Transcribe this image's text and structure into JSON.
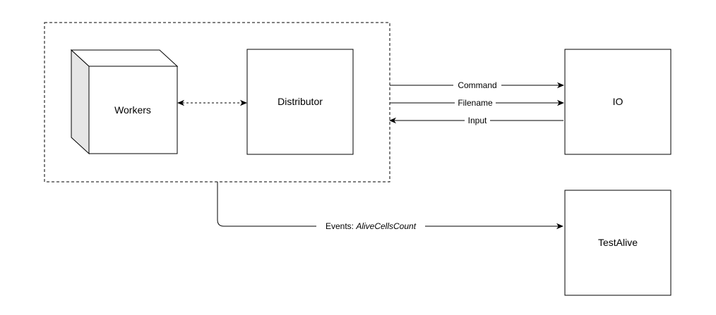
{
  "nodes": {
    "workers": {
      "label": "Workers"
    },
    "distributor": {
      "label": "Distributor"
    },
    "io": {
      "label": "IO"
    },
    "test_alive": {
      "label": "TestAlive"
    }
  },
  "edges": {
    "command": {
      "label": "Command"
    },
    "filename": {
      "label": "Filename"
    },
    "input": {
      "label": "Input"
    },
    "events": {
      "label_prefix": "Events: ",
      "label_emphasis": "AliveCellsCount"
    }
  },
  "colors": {
    "stroke": "#000000",
    "cube_side": "#e6e6e6",
    "background": "#ffffff"
  }
}
